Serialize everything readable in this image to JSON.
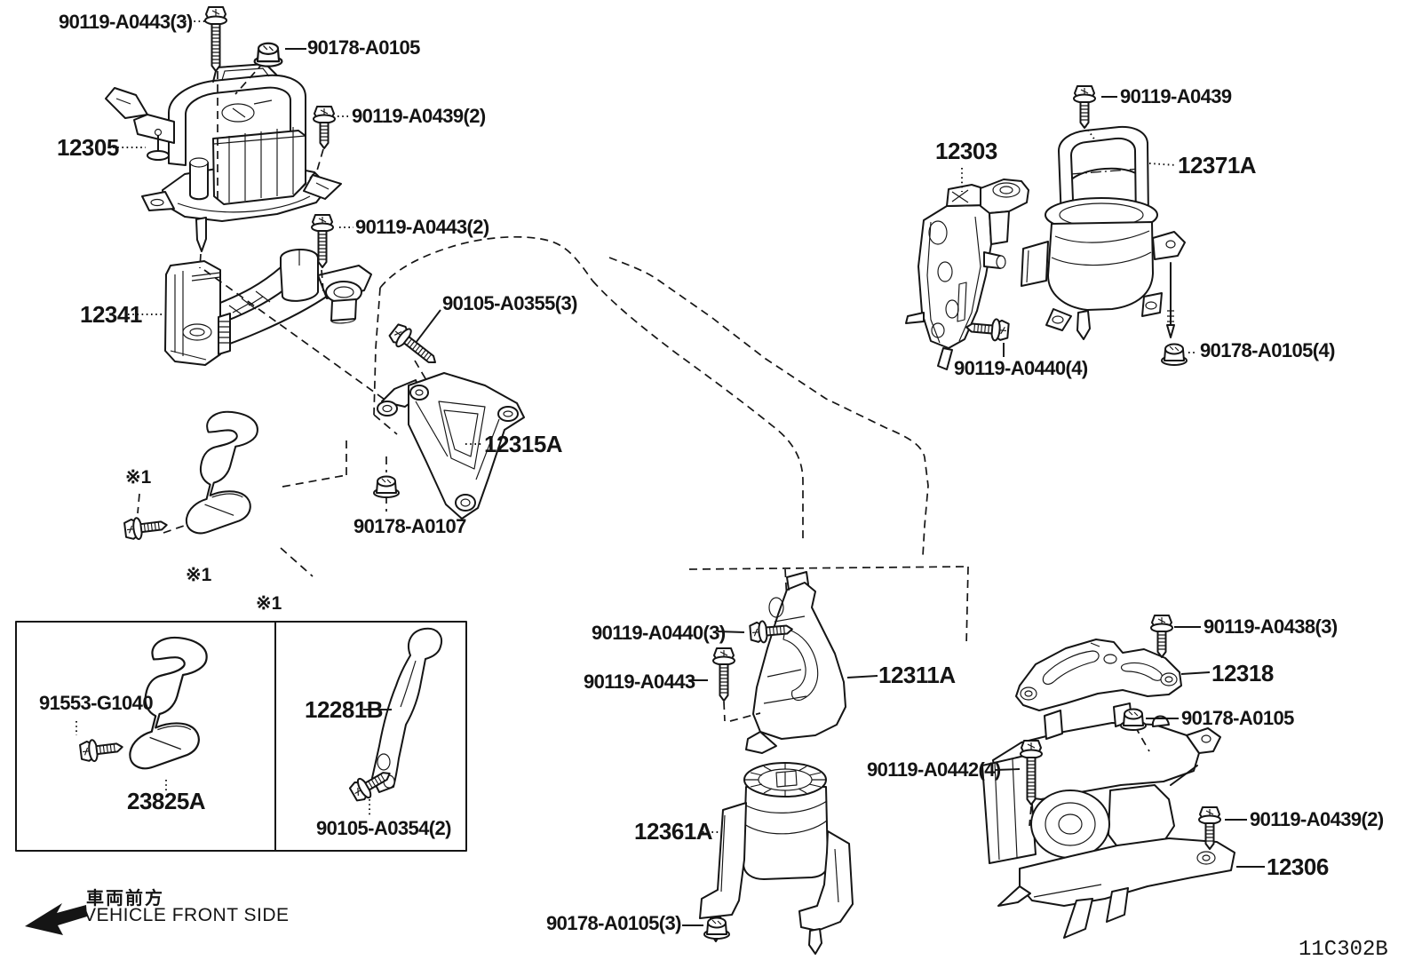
{
  "diagram": {
    "drawing_code": "11C302B",
    "footnote_marker": "※1",
    "front_note": {
      "jp": "車両前方",
      "en": "VEHICLE FRONT SIDE"
    },
    "labels": {
      "bolt_90119_A0443_3": "90119-A0443(3)",
      "nut_90178_A0105_top": "90178-A0105",
      "bolt_90119_A0439_2_top": "90119-A0439(2)",
      "part_12305": "12305",
      "bolt_90119_A0443_2": "90119-A0443(2)",
      "part_12341": "12341",
      "bolt_90105_A0355_3": "90105-A0355(3)",
      "part_12315A": "12315A",
      "nut_90178_A0107": "90178-A0107",
      "bolt_91553_G1040": "91553-G1040",
      "part_23825A": "23825A",
      "part_12281B": "12281B",
      "bolt_90105_A0354_2": "90105-A0354(2)",
      "bolt_90119_A0439_tr": "90119-A0439",
      "part_12303": "12303",
      "part_12371A": "12371A",
      "bolt_90119_A0440_4": "90119-A0440(4)",
      "nut_90178_A0105_4": "90178-A0105(4)",
      "bolt_90119_A0440_3": "90119-A0440(3)",
      "bolt_90119_A0443": "90119-A0443",
      "part_12311A": "12311A",
      "bolt_90119_A0438_3": "90119-A0438(3)",
      "part_12318": "12318",
      "nut_90178_A0105_mid": "90178-A0105",
      "bolt_90119_A0442_4": "90119-A0442(4)",
      "part_12361A": "12361A",
      "nut_90178_A0105_3": "90178-A0105(3)",
      "bolt_90119_A0439_2_br": "90119-A0439(2)",
      "part_12306": "12306"
    }
  }
}
